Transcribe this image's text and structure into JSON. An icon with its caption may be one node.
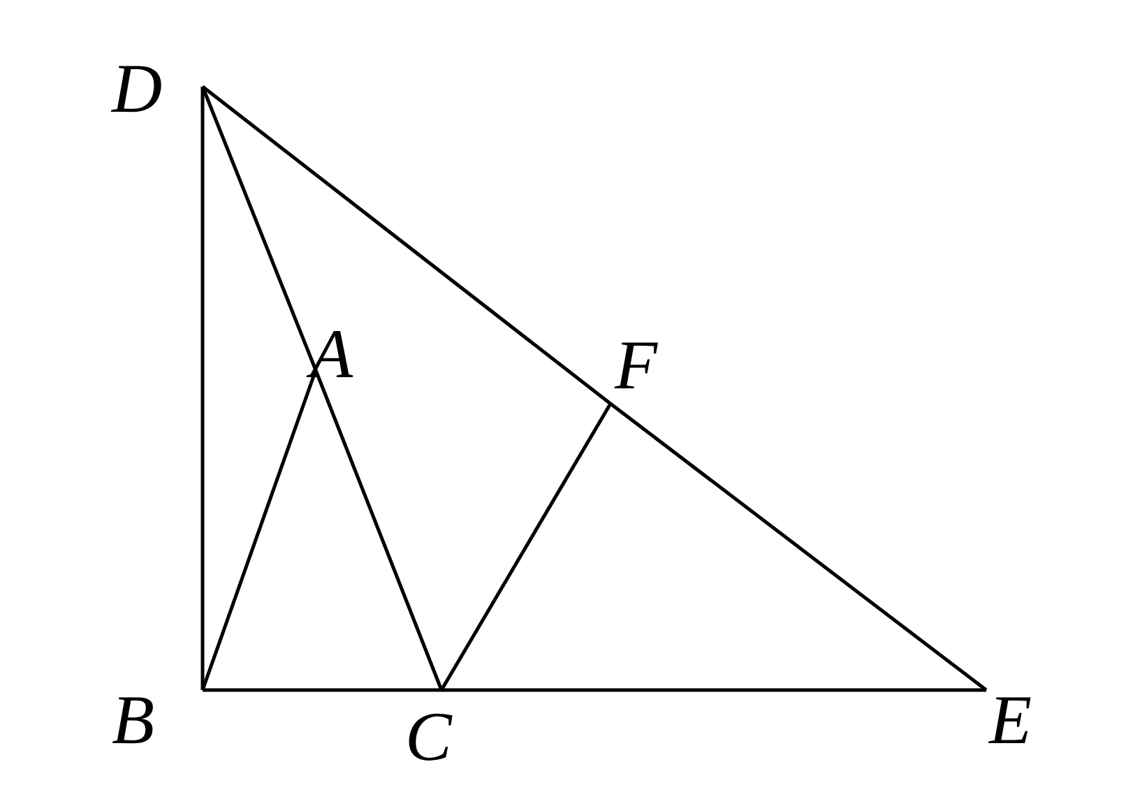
{
  "diagram": {
    "nodes": [
      {
        "text": [
          "D"
        ]
      },
      {
        "text": [
          "A"
        ]
      },
      {
        "text": [
          "F"
        ]
      },
      {
        "text": [
          "B"
        ]
      },
      {
        "text": [
          "C"
        ]
      },
      {
        "text": [
          "E"
        ]
      }
    ],
    "edges": [
      {
        "from": 0,
        "to": 3,
        "arrow": "none"
      },
      {
        "from": 0,
        "to": 1,
        "arrow": "none"
      },
      {
        "from": 1,
        "to": 4,
        "arrow": "none"
      },
      {
        "from": 0,
        "to": 2,
        "arrow": "none"
      },
      {
        "from": 2,
        "to": 5,
        "arrow": "none"
      },
      {
        "from": 3,
        "to": 1,
        "arrow": "none"
      },
      {
        "from": 4,
        "to": 2,
        "arrow": "none"
      },
      {
        "from": 3,
        "to": 4,
        "arrow": "none"
      },
      {
        "from": 4,
        "to": 5,
        "arrow": "none"
      }
    ]
  }
}
